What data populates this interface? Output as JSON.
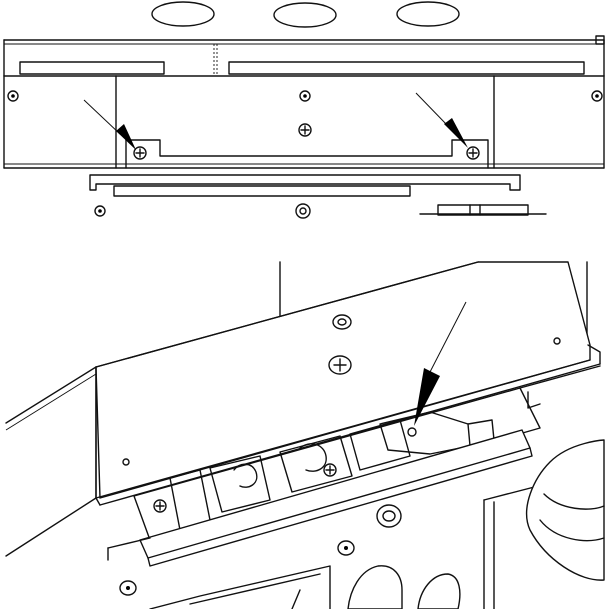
{
  "figure": {
    "panels": [
      {
        "id": "top",
        "view": "front elevation"
      },
      {
        "id": "bottom",
        "view": "isometric"
      }
    ],
    "colors": {
      "line": "#111111",
      "background": "#ffffff",
      "callout": "#000000"
    },
    "icons": [
      "screw-icon",
      "arrow-icon"
    ]
  }
}
